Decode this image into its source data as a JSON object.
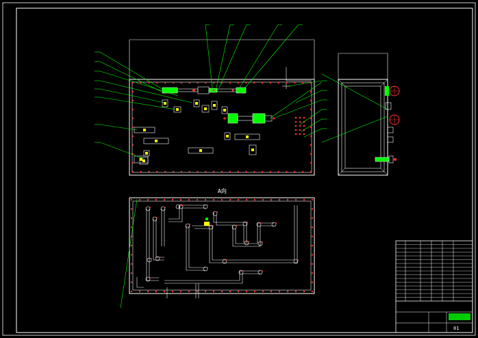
{
  "drawing": {
    "section_label": "A向",
    "sheet_number": "01",
    "colors": {
      "background": "#000000",
      "frame": "#ffffff",
      "leader": "#00ff00",
      "outline": "#ffffff",
      "bolt": "#ff3030",
      "component_fill": "#00ff00",
      "component_mark": "#ffff00",
      "plate_detail": "#00ffff",
      "title_stamp": "#00cc00"
    },
    "title_block": {
      "stamp_text": "",
      "rows": 16
    }
  }
}
